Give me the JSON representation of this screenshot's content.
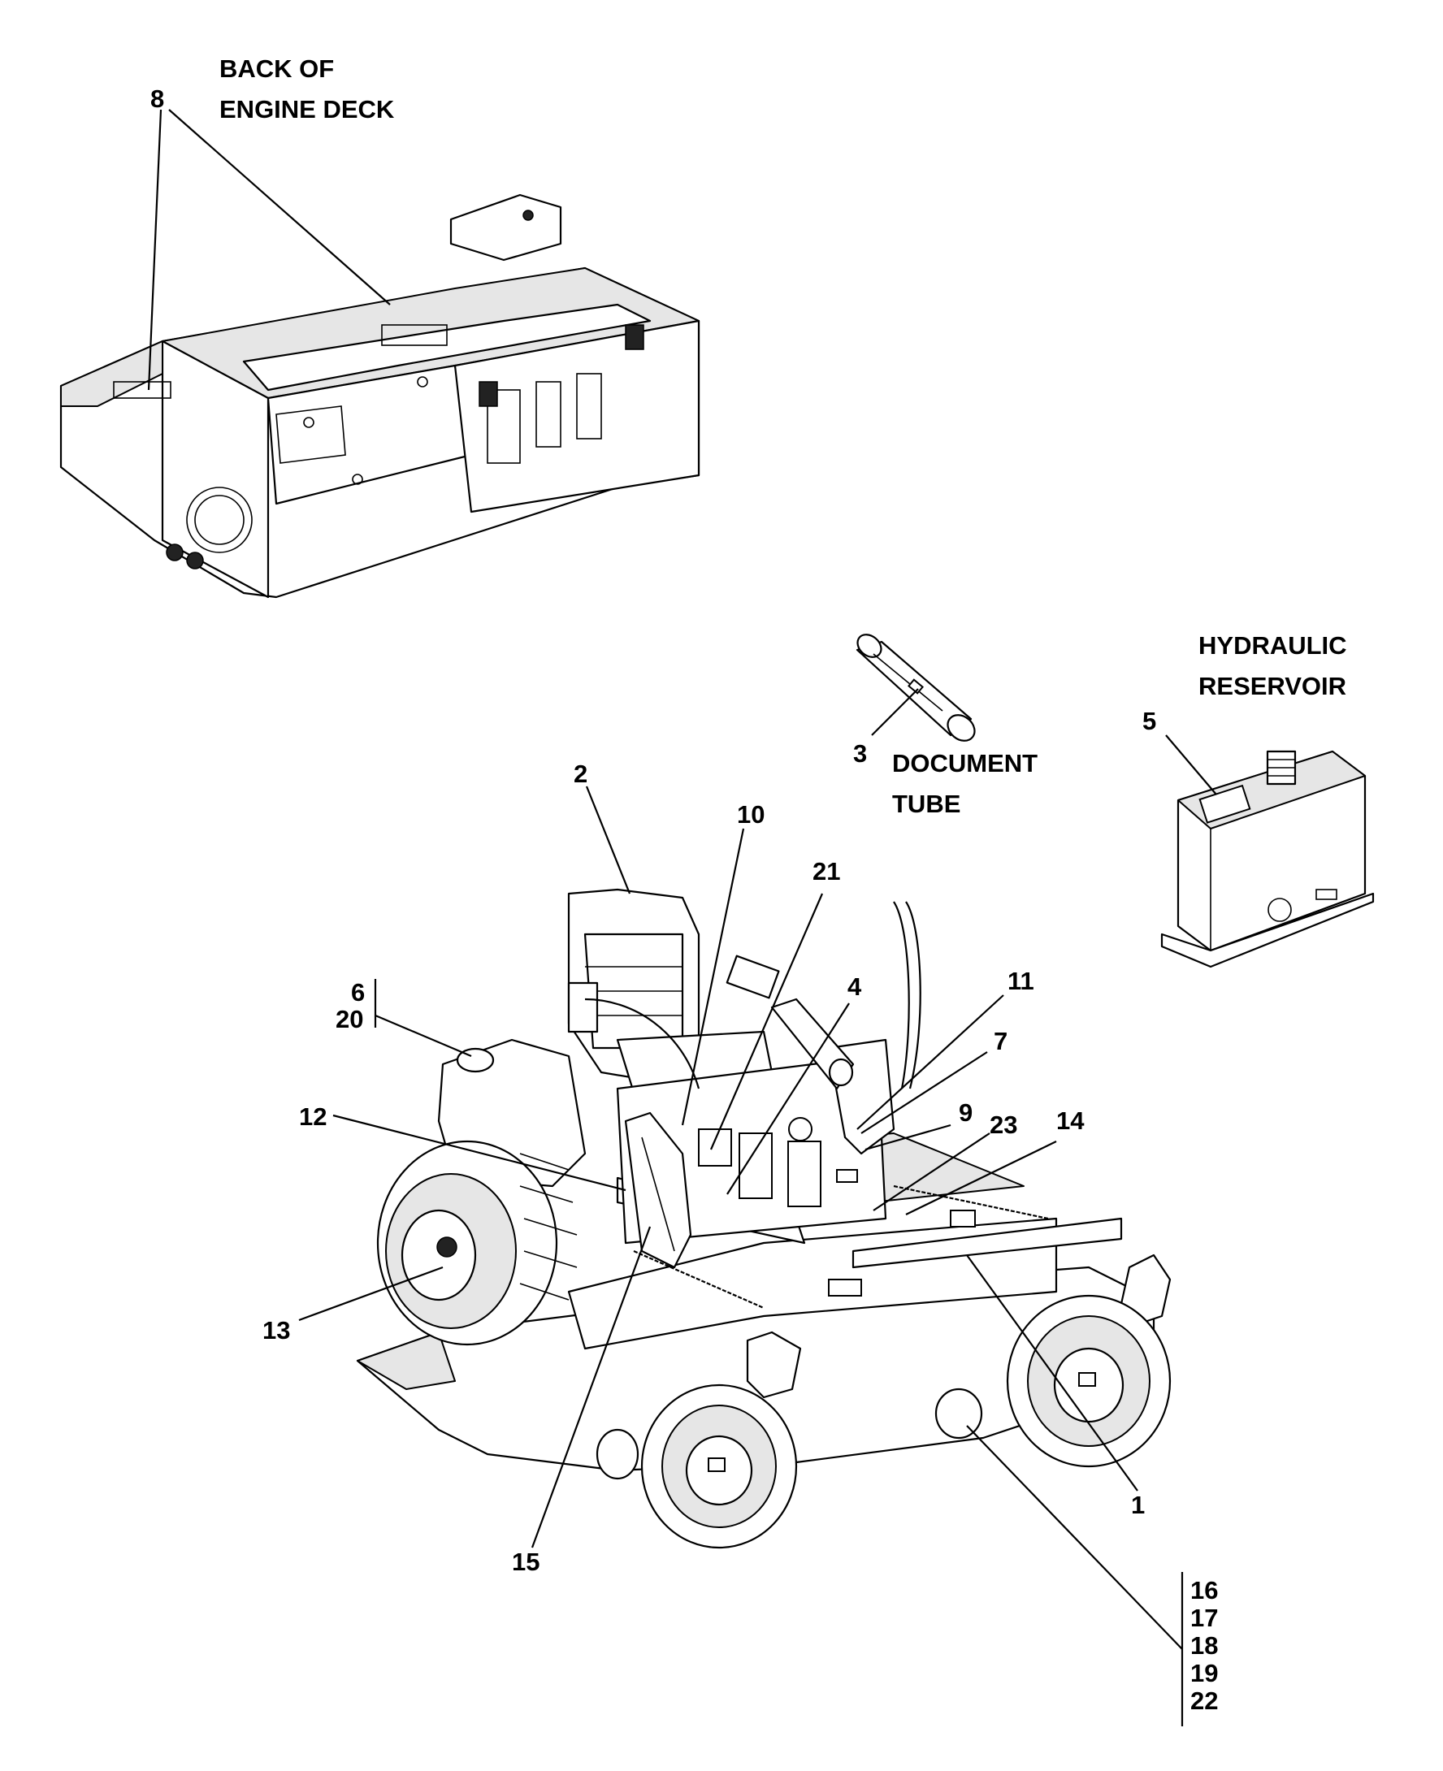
{
  "captions": {
    "engine_deck_line1": "BACK OF",
    "engine_deck_line2": "ENGINE DECK",
    "hydraulic_line1": "HYDRAULIC",
    "hydraulic_line2": "RESERVOIR",
    "document_line1": "DOCUMENT",
    "document_line2": "TUBE"
  },
  "callouts": {
    "c1": "1",
    "c2": "2",
    "c3": "3",
    "c4": "4",
    "c5": "5",
    "c6": "6",
    "c20": "20",
    "c7": "7",
    "c8": "8",
    "c9": "9",
    "c10": "10",
    "c11": "11",
    "c12": "12",
    "c13": "13",
    "c14": "14",
    "c15": "15",
    "c21": "21",
    "c23": "23",
    "c16": "16",
    "c17": "17",
    "c18": "18",
    "c19": "19",
    "c22": "22"
  }
}
